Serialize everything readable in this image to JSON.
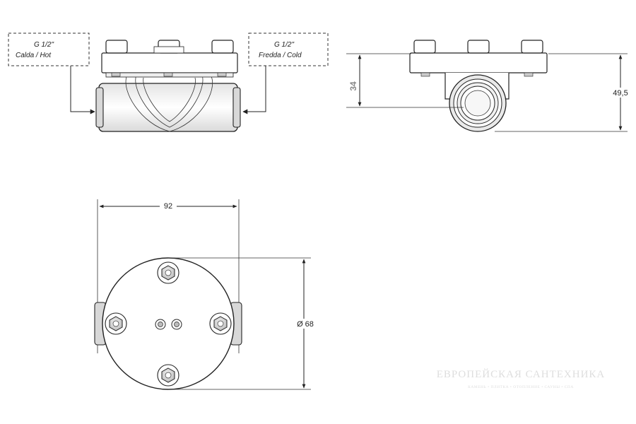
{
  "labels": {
    "hot_size": "G 1/2\"",
    "hot_text": "Calda / Hot",
    "cold_size": "G 1/2\"",
    "cold_text": "Fredda / Cold"
  },
  "dimensions": {
    "height_inlet": "34",
    "height_total": "49,5",
    "width": "92",
    "diameter": "Ø 68"
  },
  "watermark": {
    "title": "ЕВРОПЕЙСКАЯ САНТЕХНИКА",
    "subtitle": "КАМЕНЬ • ПЛИТКА • ОТОПЛЕНИЕ • САУНЫ • СПА"
  }
}
